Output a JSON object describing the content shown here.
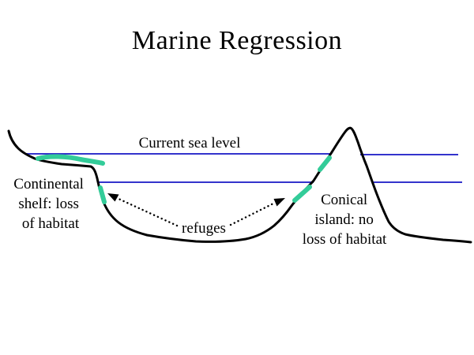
{
  "title": "Marine Regression",
  "diagram": {
    "sea_level_label": "Current sea level",
    "refuges_label": "refuges",
    "continental_shelf_label": {
      "line1": "Continental",
      "line2": "shelf: loss",
      "line3": "of habitat"
    },
    "conical_island_label": {
      "line1": "Conical",
      "line2": "island: no",
      "line3": "loss of habitat"
    }
  },
  "colors": {
    "background": "#FFFFFF",
    "terrain": "#000000",
    "sea_level_line": "#3333CC",
    "habitat_highlight": "#33CC99",
    "arrow": "#000000",
    "text": "#000000"
  }
}
